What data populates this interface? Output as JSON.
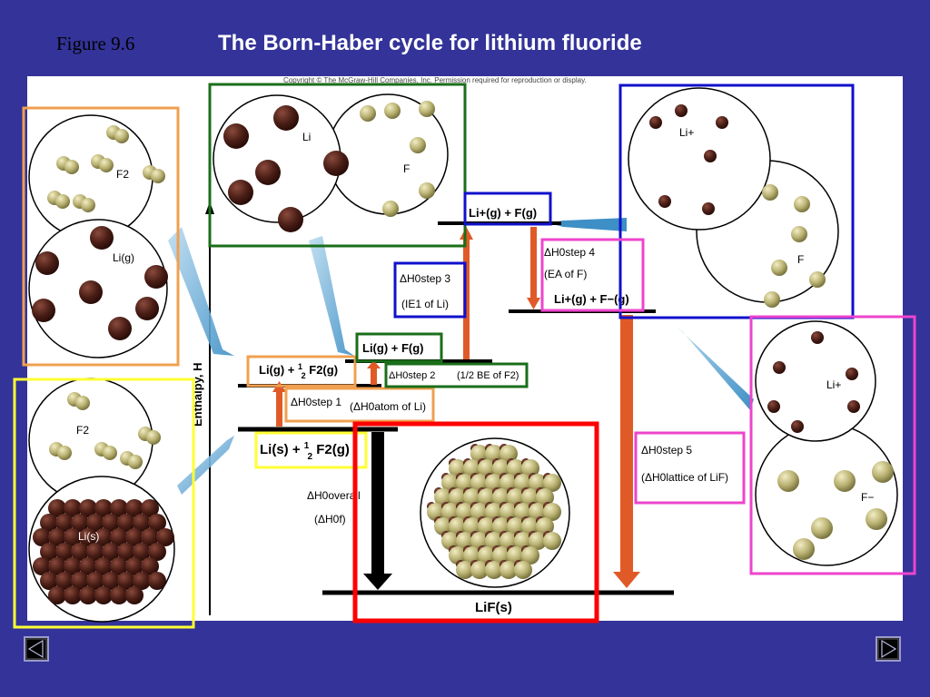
{
  "header": {
    "figure_label": "Figure 9.6",
    "title": "The Born-Haber cycle for lithium fluoride"
  },
  "copyright": "Copyright © The McGraw-Hill Companies, Inc. Permission required for reproduction or display.",
  "axis": {
    "label": "Enthalpy, H"
  },
  "levels": {
    "li_s_f2": {
      "pre": "Li(s) + ",
      "frac_num": "1",
      "frac_den": "2",
      "post": "F2(g)"
    },
    "li_g_f2": {
      "pre": "Li(g) + ",
      "frac_num": "1",
      "frac_den": "2",
      "post": "F2(g)"
    },
    "li_g_f": "Li(g) + F(g)",
    "liplus_f": "Li+(g) + F(g)",
    "liplus_fminus": "Li+(g) + F−(g)",
    "lif": "LiF(s)"
  },
  "steps": {
    "step1": {
      "name": "ΔH0step 1",
      "detail": "(ΔH0atom of Li)"
    },
    "step2": {
      "name": "ΔH0step 2",
      "detail": "(1/2 BE of F2)"
    },
    "step3": {
      "name": "ΔH0step 3",
      "detail": "(IE1 of Li)"
    },
    "step4": {
      "name": "ΔH0step 4",
      "detail": "(EA of F)"
    },
    "step5": {
      "name": "ΔH0step 5",
      "detail": "(ΔH0lattice of LiF)"
    },
    "overall": {
      "name": "ΔH0overall",
      "detail": "(ΔH0f)"
    }
  },
  "particle_labels": {
    "f2": "F2",
    "li_g": "Li(g)",
    "li": "Li",
    "f": "F",
    "li_plus": "Li+",
    "f_minus": "F−",
    "li_s": "Li(s)"
  },
  "colors": {
    "background": "#333399",
    "orange_box": "#f0a050",
    "green_box": "#1a6e1a",
    "blue_box": "#1010cc",
    "magenta_box": "#ee44cc",
    "yellow_box": "#ffff33",
    "red_box": "#ff0000",
    "arrow_orange": "#e05a28",
    "arrow_blue": "#3d8fc6",
    "li_atom": "#4a1e16",
    "f_atom": "#b8b070"
  },
  "navigation": {
    "prev": "previous-slide",
    "next": "next-slide"
  }
}
